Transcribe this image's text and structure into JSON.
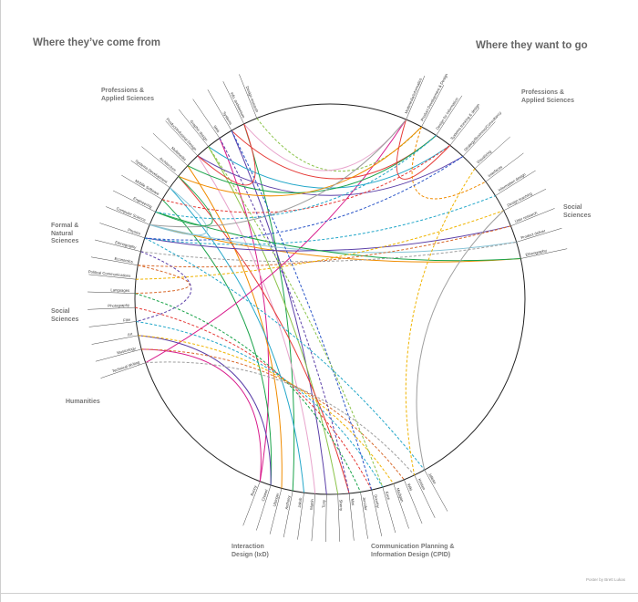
{
  "headings": {
    "left": "Where they’ve come from",
    "right": "Where they want to go"
  },
  "groups": {
    "prof_left": [
      "Professions &",
      "Applied Sciences"
    ],
    "formal": [
      "Formal &",
      "Natural",
      "Sciences"
    ],
    "social_left": [
      "Social",
      "Sciences"
    ],
    "humanities": [
      "Humanities"
    ],
    "prof_right": [
      "Professions &",
      "Applied Sciences"
    ],
    "social_right": [
      "Social",
      "Sciences"
    ],
    "ixd": [
      "Interaction",
      "Design (IxD)"
    ],
    "cpid": [
      "Communication Planning &",
      "Information Design (CPID)"
    ]
  },
  "credit": "Poster by Brett Lukas",
  "nodes": {
    "left": [
      "Design research",
      "Info. architecture",
      "Systems",
      "Web",
      "Graphic design",
      "Product/Industrial Design",
      "Multimedia",
      "Architecture",
      "Systems Development",
      "Mobile Software",
      "Engineering",
      "Computer Science",
      "Physics",
      "Ethnography",
      "Economics",
      "Political Communications",
      "Languages",
      "Photography",
      "Film",
      "Art",
      "Musicology",
      "Technical Writing"
    ],
    "right": [
      "Multimedia/Informatics",
      "Product Development & Design",
      "Design for Information",
      "Systems thinking & design",
      "Strategy/Business/Consultancy",
      "Visualizing",
      "Interfaces",
      "Information design",
      "Design teaching",
      "User research",
      "Product deliver",
      "Ethnography"
    ],
    "bottom": [
      "Bonny",
      "Chanel",
      "Ulsinger",
      "Anthony",
      "Jakob",
      "Martin",
      "Tony",
      "Sherry",
      "Mini",
      "Jennifer",
      "Dorothy",
      "Erick",
      "Madigan",
      "Wiki",
      "Kristen",
      "Jolieke"
    ]
  },
  "links": [
    {
      "from": "left.3",
      "to": "bottom.0",
      "color": "#d81b8c",
      "dash": false
    },
    {
      "from": "left.1",
      "to": "bottom.3",
      "color": "#1aa34a",
      "dash": false
    },
    {
      "from": "left.6",
      "to": "bottom.2",
      "color": "#f08c00",
      "dash": false
    },
    {
      "from": "left.8",
      "to": "bottom.4",
      "color": "#23a7c9",
      "dash": false
    },
    {
      "from": "left.5",
      "to": "bottom.5",
      "color": "#e8a4cc",
      "dash": false
    },
    {
      "from": "left.2",
      "to": "bottom.6",
      "color": "#5b3fa8",
      "dash": false
    },
    {
      "from": "left.4",
      "to": "bottom.7",
      "color": "#8bc34a",
      "dash": false
    },
    {
      "from": "left.7",
      "to": "bottom.8",
      "color": "#e53935",
      "dash": false
    },
    {
      "from": "left.9",
      "to": "bottom.1",
      "color": "#1aa34a",
      "dash": false
    },
    {
      "from": "left.20",
      "to": "bottom.0",
      "color": "#d81b8c",
      "dash": false
    },
    {
      "from": "left.21",
      "to": "right.0",
      "color": "#d81b8c",
      "dash": false
    },
    {
      "from": "left.19",
      "to": "bottom.1",
      "color": "#5b3fa8",
      "dash": false
    },
    {
      "from": "left.11",
      "to": "right.11",
      "color": "#f08c00",
      "dash": false
    },
    {
      "from": "left.11",
      "to": "right.10",
      "color": "#89c5d8",
      "dash": false
    },
    {
      "from": "left.12",
      "to": "right.9",
      "color": "#5b3fa8",
      "dash": false
    },
    {
      "from": "left.10",
      "to": "right.11",
      "color": "#1aa34a",
      "dash": false
    },
    {
      "from": "left.0",
      "to": "right.1",
      "color": "#8bc34a",
      "dash": true
    },
    {
      "from": "left.1",
      "to": "right.0",
      "color": "#e8a4cc",
      "dash": false
    },
    {
      "from": "left.2",
      "to": "right.2",
      "color": "#e53935",
      "dash": false
    },
    {
      "from": "left.4",
      "to": "right.3",
      "color": "#23a7c9",
      "dash": false
    },
    {
      "from": "left.5",
      "to": "right.4",
      "color": "#5b3fa8",
      "dash": false
    },
    {
      "from": "left.6",
      "to": "right.2",
      "color": "#1aa34a",
      "dash": false
    },
    {
      "from": "left.7",
      "to": "right.1",
      "color": "#f08c00",
      "dash": false
    },
    {
      "from": "left.9",
      "to": "right.3",
      "color": "#e53935",
      "dash": true
    },
    {
      "from": "left.13",
      "to": "right.10",
      "color": "#9e9e9e",
      "dash": true
    },
    {
      "from": "left.14",
      "to": "right.9",
      "color": "#d86a2c",
      "dash": true
    },
    {
      "from": "left.15",
      "to": "right.8",
      "color": "#f0b400",
      "dash": true
    },
    {
      "from": "left.12",
      "to": "right.7",
      "color": "#23a7c9",
      "dash": true
    },
    {
      "from": "left.16",
      "to": "bottom.9",
      "color": "#1aa34a",
      "dash": true
    },
    {
      "from": "left.17",
      "to": "bottom.10",
      "color": "#e53935",
      "dash": true
    },
    {
      "from": "left.18",
      "to": "bottom.11",
      "color": "#23a7c9",
      "dash": true
    },
    {
      "from": "left.19",
      "to": "bottom.12",
      "color": "#f0b400",
      "dash": true
    },
    {
      "from": "left.20",
      "to": "bottom.13",
      "color": "#d86a2c",
      "dash": true
    },
    {
      "from": "left.21",
      "to": "bottom.14",
      "color": "#9e9e9e",
      "dash": true
    },
    {
      "from": "left.2",
      "to": "bottom.10",
      "color": "#2a55c8",
      "dash": true
    },
    {
      "from": "left.3",
      "to": "bottom.8",
      "color": "#5b3fa8",
      "dash": true
    },
    {
      "from": "left.4",
      "to": "bottom.11",
      "color": "#8bc34a",
      "dash": true
    },
    {
      "from": "left.12",
      "to": "bottom.15",
      "color": "#23a7c9",
      "dash": true
    },
    {
      "from": "right.5",
      "to": "bottom.14",
      "color": "#f0b400",
      "dash": true
    },
    {
      "from": "right.8",
      "to": "bottom.15",
      "color": "#9e9e9e",
      "dash": false
    },
    {
      "from": "right.0",
      "to": "right.3",
      "color": "#e53935",
      "dash": false
    },
    {
      "from": "right.1",
      "to": "right.6",
      "color": "#f08c00",
      "dash": true
    },
    {
      "from": "right.0",
      "to": "left.11",
      "color": "#9e9e9e",
      "dash": false
    },
    {
      "from": "left.14",
      "to": "left.16",
      "color": "#d86a2c",
      "dash": true
    },
    {
      "from": "left.13",
      "to": "left.18",
      "color": "#5b3fa8",
      "dash": true
    },
    {
      "from": "left.8",
      "to": "left.11",
      "color": "#89c5d8",
      "dash": false
    },
    {
      "from": "left.1",
      "to": "left.5",
      "color": "#e53935",
      "dash": false
    },
    {
      "from": "left.7",
      "to": "left.10",
      "color": "#1aa34a",
      "dash": false
    },
    {
      "from": "right.2",
      "to": "left.10",
      "color": "#23a7c9",
      "dash": true
    },
    {
      "from": "right.4",
      "to": "left.12",
      "color": "#2a55c8",
      "dash": true
    }
  ]
}
